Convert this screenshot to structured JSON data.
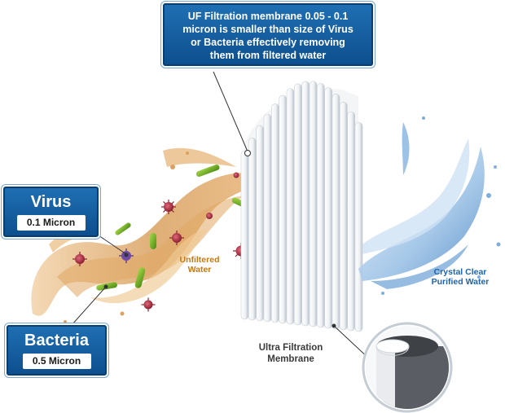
{
  "uf_callout": {
    "lines": [
      "UF Filtration membrane 0.05 - 0.1",
      "micron is smaller than size of Virus",
      "or Bacteria effectively removing",
      "them from filtered water"
    ]
  },
  "virus": {
    "title": "Virus",
    "size": "0.1 Micron"
  },
  "bacteria": {
    "title": "Bacteria",
    "size": "0.5 Micron"
  },
  "labels": {
    "unfiltered_line1": "Unfiltered",
    "unfiltered_line2": "Water",
    "purified_line1": "Crystal Clear",
    "purified_line2": "Purified Water",
    "membrane_line1": "Ultra Filtration",
    "membrane_line2": "Membrane"
  },
  "colors": {
    "callout_blue": "#0d4f8e",
    "dirty_water": "#d9a15f",
    "virus": "#b3344a",
    "bacteria": "#6fae1f",
    "clean_water": "#5b94cf",
    "label_orange": "#c37a16",
    "label_blue": "#1d63ad"
  }
}
